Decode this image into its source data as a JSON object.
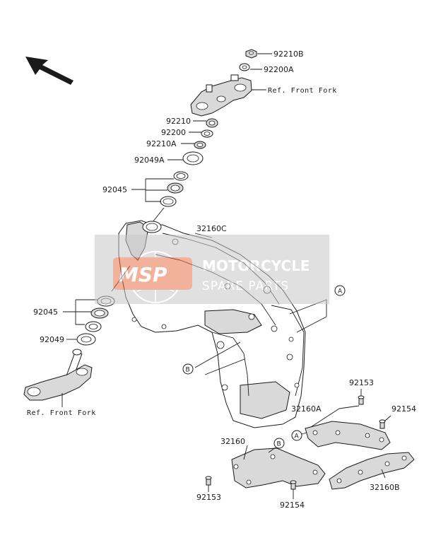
{
  "watermark": {
    "logo": "MSP",
    "line1": "MOTORCYCLE",
    "line2": "SPARE PARTS",
    "color_logo": "#e8734a",
    "color_box": "#c8c8c8"
  },
  "parts": {
    "p92210B": "92210B",
    "p92200A": "92200A",
    "refFrontForkTop": "Ref. Front Fork",
    "p92210": "92210",
    "p92200": "92200",
    "p92210A": "92210A",
    "p92049A": "92049A",
    "p92045_top": "92045",
    "p32160C": "32160C",
    "p92045_bottom": "92045",
    "p92049": "92049",
    "refFrontForkBottom": "Ref. Front Fork",
    "p92153_top": "92153",
    "p32160A": "32160A",
    "p92154_right": "92154",
    "p32160": "32160",
    "p92153_bottom": "92153",
    "p92154_bottom": "92154",
    "p32160B": "32160B"
  },
  "callouts": {
    "A": "A",
    "B": "B"
  },
  "icons": {
    "direction_arrow": "arrow-up-left-icon"
  }
}
